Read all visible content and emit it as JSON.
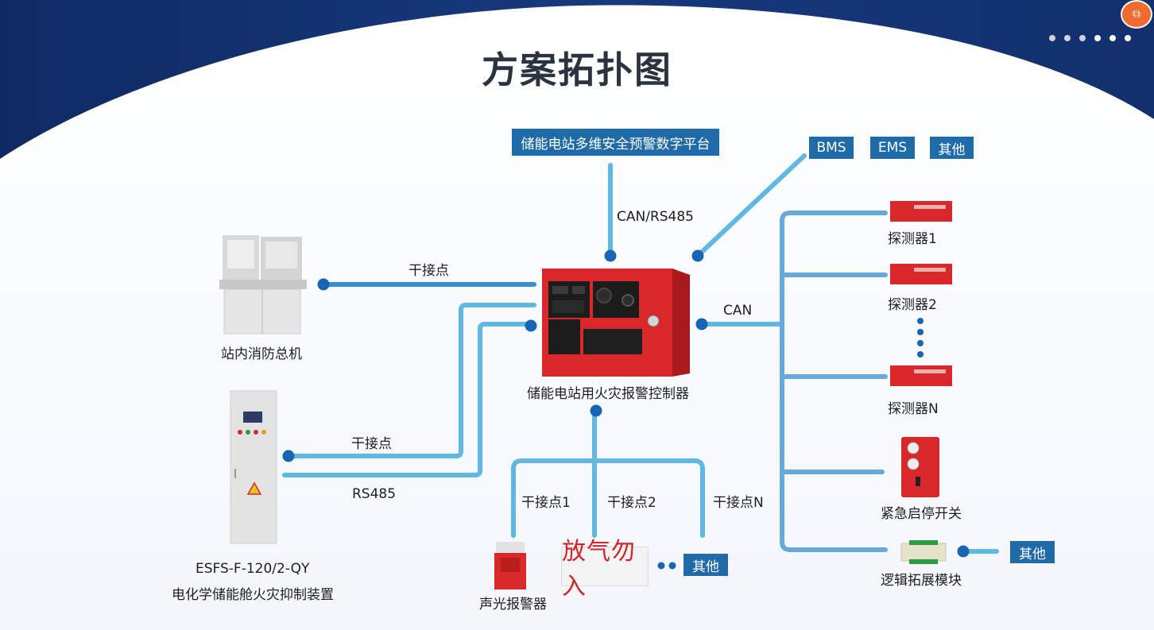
{
  "title": "方案拓扑图",
  "platform_label": "储能电站多维安全预警数字平台",
  "can_rs485_label": "CAN/RS485",
  "top_right_boxes": [
    "BMS",
    "EMS",
    "其他"
  ],
  "controller_label": "储能电站用火灾报警控制器",
  "can_label": "CAN",
  "left": {
    "dry_contact_label": "干接点",
    "fire_host_label": "站内消防总机",
    "dry_contact_label_2": "干接点",
    "rs485_label": "RS485",
    "device_model": "ESFS-F-120/2-QY",
    "device_name": "电化学储能舱火灾抑制装置"
  },
  "bottom": {
    "dry_contact_1": "干接点1",
    "dry_contact_2": "干接点2",
    "dry_contact_n": "干接点N",
    "alarm_label": "声光报警器",
    "sign_text": "放气勿入",
    "other_label": "其他"
  },
  "right": {
    "detector_1": "探测器1",
    "detector_2": "探测器2",
    "detector_n": "探测器N",
    "emergency_switch": "紧急启停开关",
    "logic_module": "逻辑拓展模块",
    "other_label": "其他"
  },
  "colors": {
    "header_navy": "#12306d",
    "box_blue": "#1f6aa8",
    "line_blue": "#5fb7e4",
    "node_blue": "#1864b5",
    "device_red": "#d8282a"
  }
}
